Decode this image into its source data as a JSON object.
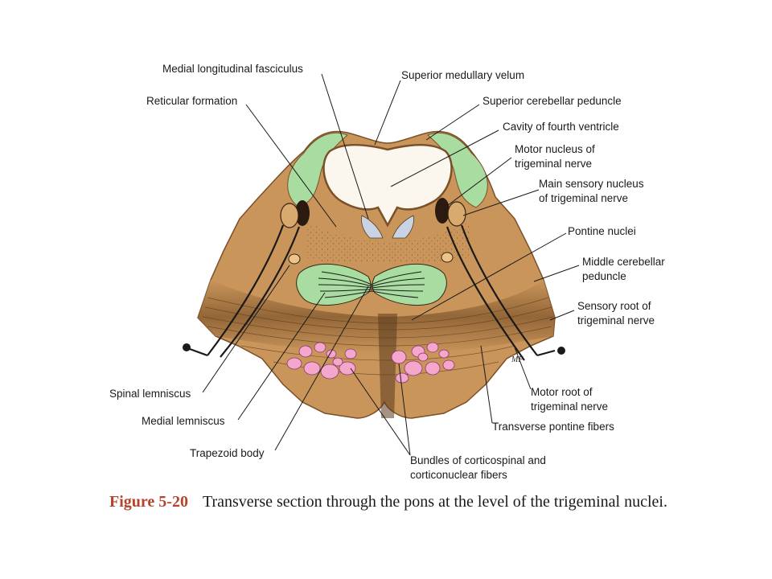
{
  "figure": {
    "labels": {
      "medial_longitudinal_fasciculus": "Medial longitudinal fasciculus",
      "superior_medullary_velum": "Superior medullary velum",
      "reticular_formation": "Reticular formation",
      "superior_cerebellar_peduncle": "Superior cerebellar peduncle",
      "cavity_of_fourth_ventricle": "Cavity of fourth ventricle",
      "motor_nucleus_line1": "Motor nucleus of",
      "motor_nucleus_line2": "trigeminal nerve",
      "main_sensory_line1": "Main sensory nucleus",
      "main_sensory_line2": "of trigeminal nerve",
      "pontine_nuclei": "Pontine nuclei",
      "middle_cerebellar_line1": "Middle cerebellar",
      "middle_cerebellar_line2": "peduncle",
      "sensory_root_line1": "Sensory root of",
      "sensory_root_line2": "trigeminal nerve",
      "motor_root_line1": "Motor root of",
      "motor_root_line2": "trigeminal nerve",
      "transverse_pontine_fibers": "Transverse pontine fibers",
      "bundles_line1": "Bundles of corticospinal and",
      "bundles_line2": "corticonuclear fibers",
      "spinal_lemniscus": "Spinal lemniscus",
      "medial_lemniscus": "Medial lemniscus",
      "trapezoid_body": "Trapezoid body"
    },
    "signature": "MF",
    "colors": {
      "pons_tan": "#c9955a",
      "green_structures": "#a8dca0",
      "pink_bundles": "#f4a6cc",
      "ventricle": "#fbf6ee",
      "dark_fibers": "#5a3a1e"
    }
  },
  "caption": {
    "figure_number": "Figure 5-20",
    "text": "Transverse section through the pons at the level of the trigeminal nuclei."
  }
}
